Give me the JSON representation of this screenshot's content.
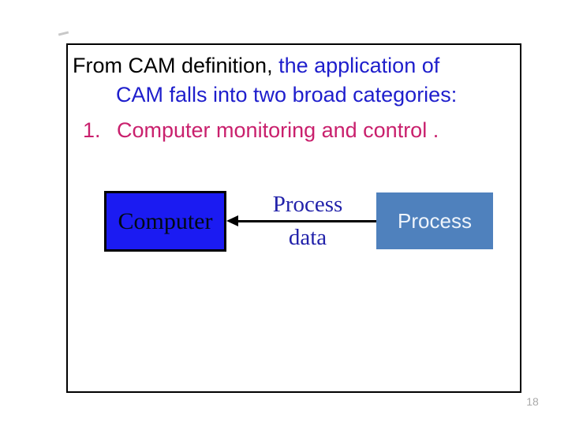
{
  "slide": {
    "heading": {
      "line1_black": "From CAM definition, ",
      "line1_blue": "the application of",
      "line2": "CAM falls into two broad categories:",
      "item1_number": "1.",
      "item1_text": "Computer monitoring and control ."
    },
    "diagram": {
      "computer_label": "Computer",
      "arrow_label_top": "Process",
      "arrow_label_bottom": "data",
      "process_label": "Process"
    },
    "page_number": "18",
    "colors": {
      "heading_blue": "#1e1ecc",
      "heading_pink": "#c9206d",
      "computer_fill": "#1b1bf2",
      "process_fill": "#4f81bd",
      "arrow_label_blue": "#2222aa",
      "page_number_gray": "#a9a9a9"
    }
  }
}
